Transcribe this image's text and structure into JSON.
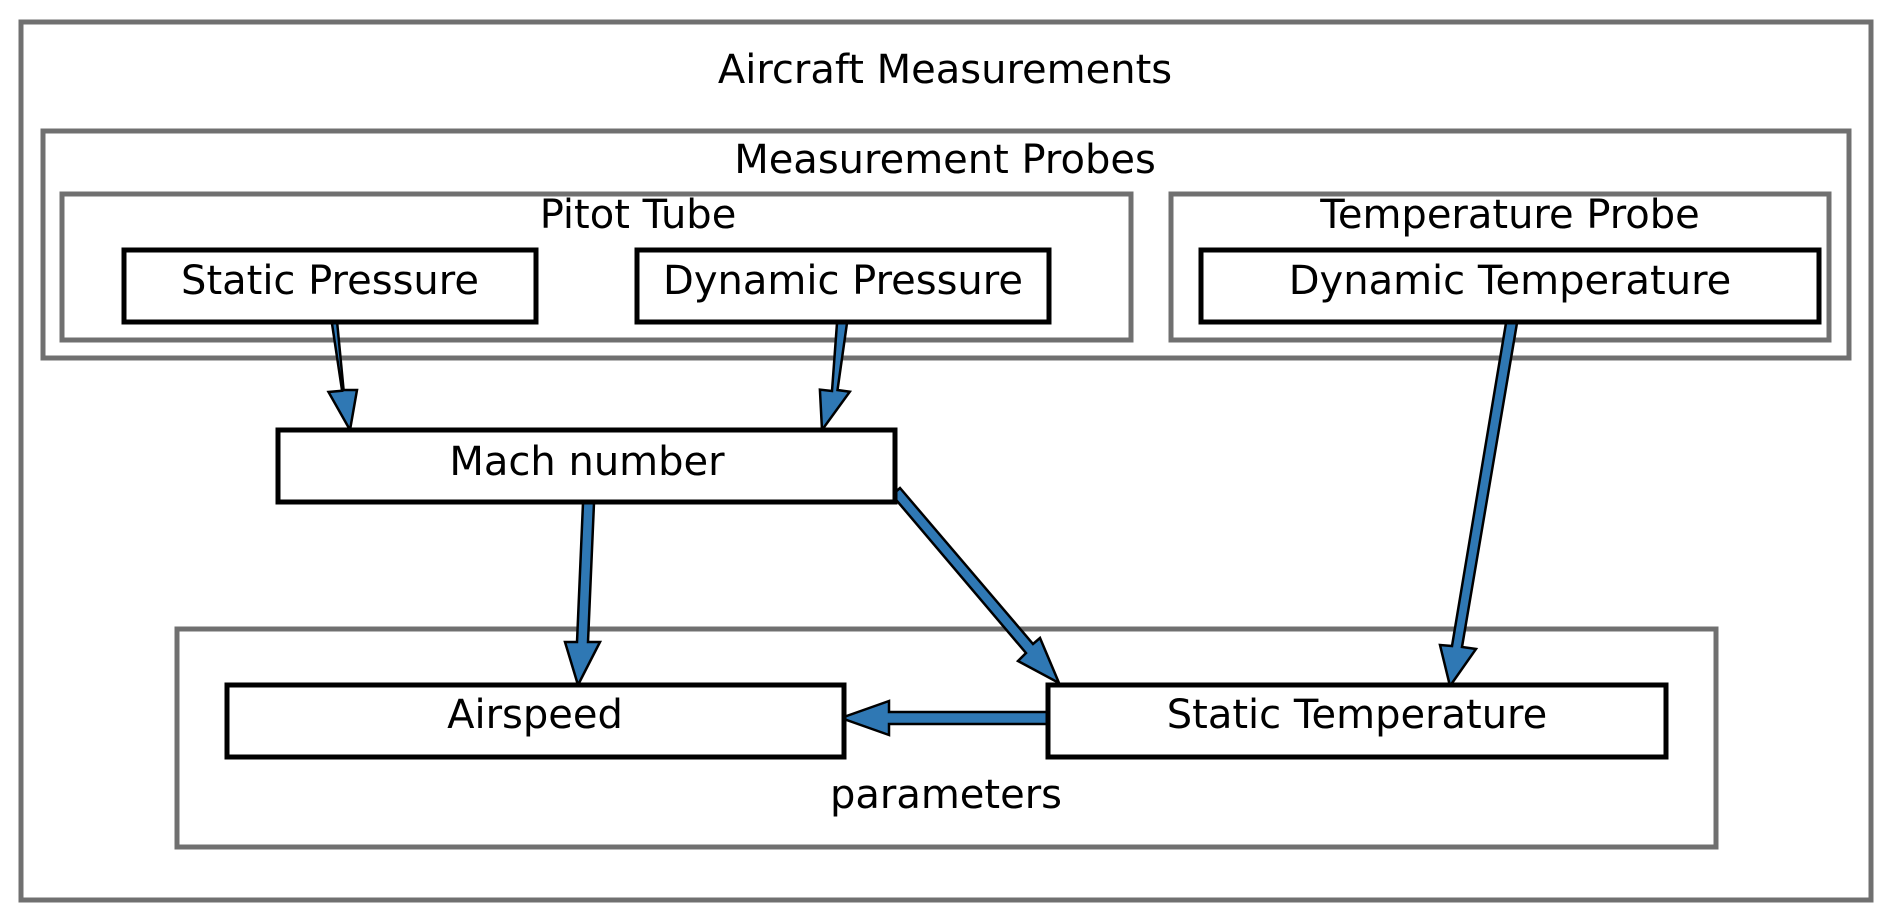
{
  "diagram": {
    "colors": {
      "edge_fill": "#2f78b4",
      "edge_outline": "#000000",
      "cluster_border": "#707070",
      "node_border": "#000000"
    },
    "clusters": {
      "aircraft": {
        "label": "Aircraft Measurements"
      },
      "probes": {
        "label": "Measurement Probes"
      },
      "pitot": {
        "label": "Pitot Tube"
      },
      "temp_probe": {
        "label": "Temperature Probe"
      },
      "parameters": {
        "label": "parameters"
      }
    },
    "nodes": {
      "static_pressure": {
        "label": "Static Pressure"
      },
      "dynamic_pressure": {
        "label": "Dynamic Pressure"
      },
      "dynamic_temperature": {
        "label": "Dynamic Temperature"
      },
      "mach_number": {
        "label": "Mach number"
      },
      "airspeed": {
        "label": "Airspeed"
      },
      "static_temperature": {
        "label": "Static Temperature"
      }
    },
    "edges": [
      {
        "from": "Static Pressure",
        "to": "Mach number"
      },
      {
        "from": "Dynamic Pressure",
        "to": "Mach number"
      },
      {
        "from": "Dynamic Temperature",
        "to": "Static Temperature"
      },
      {
        "from": "Mach number",
        "to": "Airspeed"
      },
      {
        "from": "Mach number",
        "to": "Static Temperature"
      },
      {
        "from": "Static Temperature",
        "to": "Airspeed"
      }
    ]
  }
}
